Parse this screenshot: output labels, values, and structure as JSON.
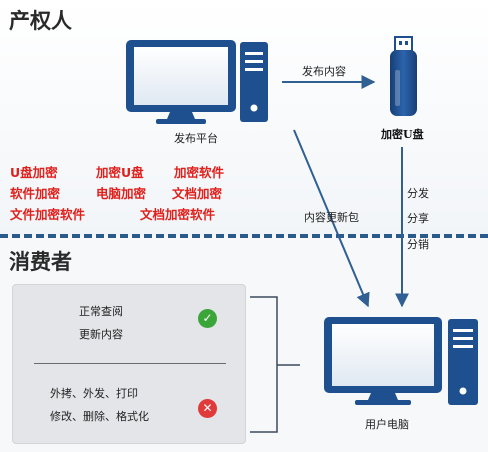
{
  "sections": {
    "owner_title": "产权人",
    "consumer_title": "消费者"
  },
  "nodes": {
    "publish_platform": "发布平台",
    "encrypted_usb": "加密U盘",
    "user_computer": "用户电脑"
  },
  "arrows": {
    "publish_content": "发布内容",
    "content_update_package": "内容更新包",
    "distribute": "分发",
    "share": "分享",
    "sell": "分销"
  },
  "red_tags": {
    "row1": [
      "U盘加密",
      "加密U盘",
      "加密软件"
    ],
    "row2": [
      "软件加密",
      "电脑加密",
      "文档加密"
    ],
    "row3": [
      "文件加密软件",
      "文档加密软件"
    ]
  },
  "permissions": {
    "allowed": [
      "正常查阅",
      "更新内容"
    ],
    "denied": [
      "外拷、外发、打印",
      "修改、删除、格式化"
    ]
  },
  "colors": {
    "primary_blue": "#1e4f8f",
    "arrow_blue": "#2f5f93",
    "tag_red": "#e0201c",
    "allowed_green": "#3aa63a",
    "denied_red": "#e03a3a"
  },
  "icons": {
    "allowed": "check-icon",
    "denied": "cross-icon",
    "publish_platform": "desktop-computer-icon",
    "encrypted_usb": "usb-drive-icon",
    "user_computer": "desktop-computer-icon"
  }
}
